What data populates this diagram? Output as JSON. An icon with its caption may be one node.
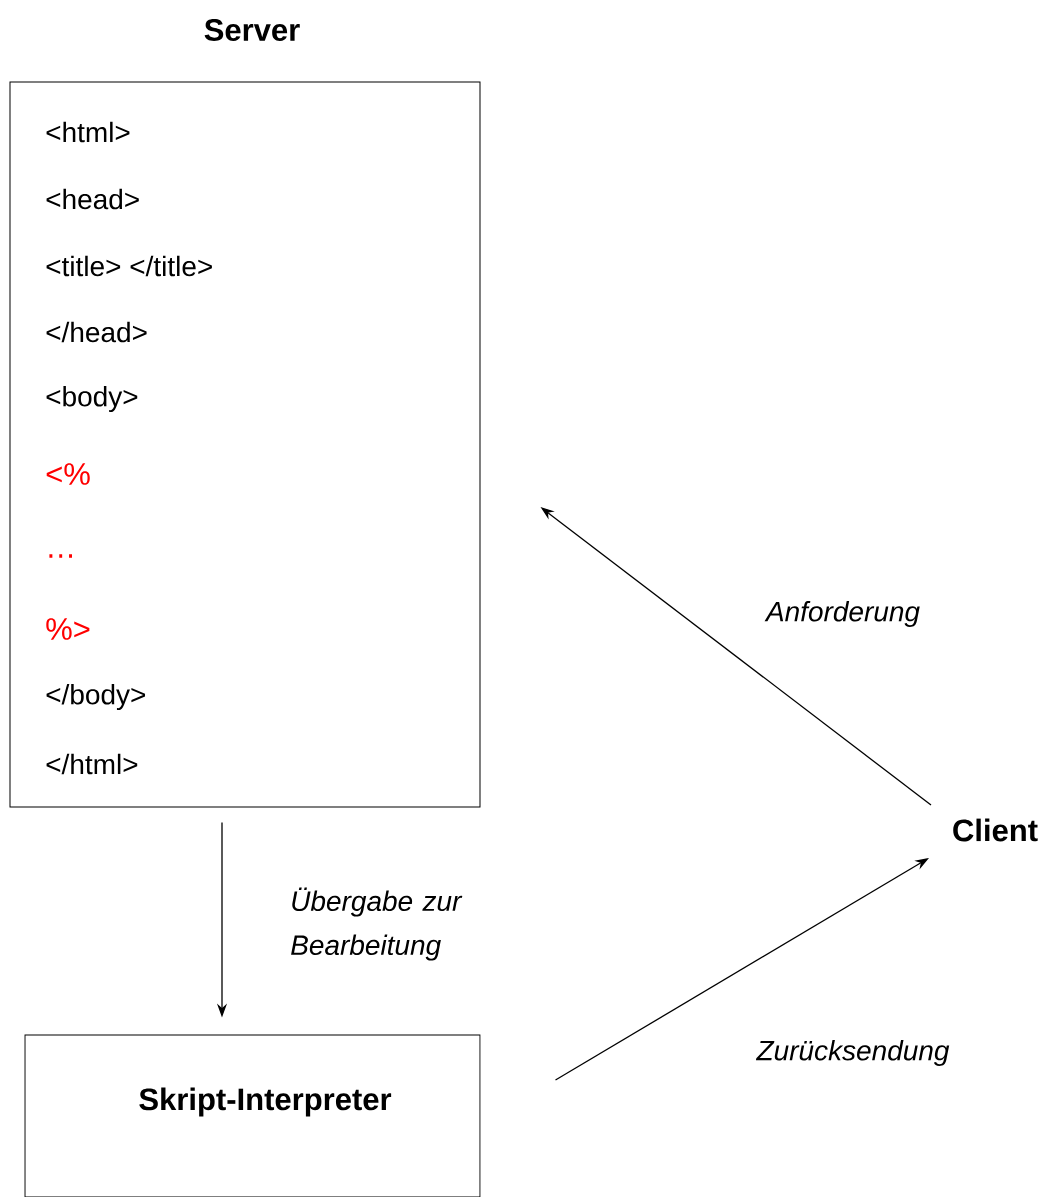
{
  "diagram": {
    "nodes": [
      {
        "text": [
          "Server",
          "<html>",
          "<head>",
          "<title> </title>",
          "</head>",
          "<body>",
          "<%",
          "…",
          "%>",
          "</body>",
          "</html>"
        ]
      },
      {
        "text": [
          "Skript-Interpreter"
        ]
      },
      {
        "text": [
          "Client"
        ]
      }
    ],
    "edges": [
      {
        "from": 0,
        "to": 1,
        "arrow": "to",
        "label": "Übergabe zur Bearbeitung"
      },
      {
        "from": 1,
        "to": 2,
        "arrow": "to",
        "label": "Zurücksendung"
      },
      {
        "from": 2,
        "to": 0,
        "arrow": "to",
        "label": "Anforderung"
      }
    ]
  }
}
